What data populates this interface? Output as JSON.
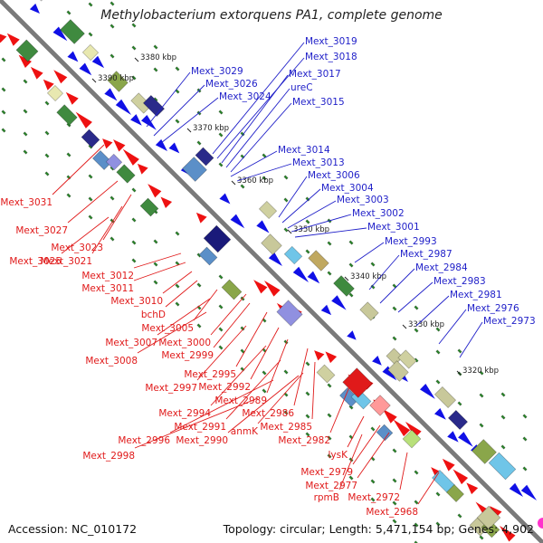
{
  "title": "Methylobacterium extorquens PA1, complete genome",
  "footer": {
    "accession": "Accession: NC_010172",
    "topology": "Topology: circular; Length: 5,471,154 bp; Genes: 4,902"
  },
  "colors": {
    "backbone": "#7a7a7a",
    "forward_strand": "#1010e6",
    "reverse_strand": "#ee1111",
    "forward_labels": "#1f1fc8",
    "reverse_labels": "#e01a1a",
    "tick": "#2a8a2a"
  },
  "ticks": [
    "3390 kbp",
    "3380 kbp",
    "3370 kbp",
    "3360 kbp",
    "3350 kbp",
    "3340 kbp",
    "3330 kbp",
    "3320 kbp"
  ],
  "forward_genes": [
    "Mext_3019",
    "Mext_3018",
    "Mext_3029",
    "Mext_3017",
    "Mext_3026",
    "ureC",
    "Mext_3024",
    "Mext_3015",
    "Mext_3014",
    "Mext_3013",
    "Mext_3006",
    "Mext_3004",
    "Mext_3003",
    "Mext_3002",
    "Mext_3001",
    "Mext_2993",
    "Mext_2987",
    "Mext_2984",
    "Mext_2983",
    "Mext_2981",
    "Mext_2976",
    "Mext_2973"
  ],
  "reverse_genes": [
    "Mext_3031",
    "Mext_3027",
    "Mext_3023",
    "Mext_3021",
    "Mext_3025",
    "Mext_3012",
    "Mext_3011",
    "Mext_3010",
    "bchD",
    "Mext_3005",
    "Mext_3007",
    "Mext_3000",
    "Mext_2999",
    "Mext_3008",
    "Mext_2995",
    "Mext_2997",
    "Mext_2992",
    "Mext_2989",
    "Mext_2994",
    "Mext_2986",
    "Mext_2991",
    "anmK",
    "Mext_2985",
    "Mext_2996",
    "Mext_2990",
    "Mext_2982",
    "Mext_2998",
    "lysK",
    "Mext_2979",
    "Mext_2977",
    "rpmB",
    "Mext_2972",
    "Mext_2968"
  ]
}
